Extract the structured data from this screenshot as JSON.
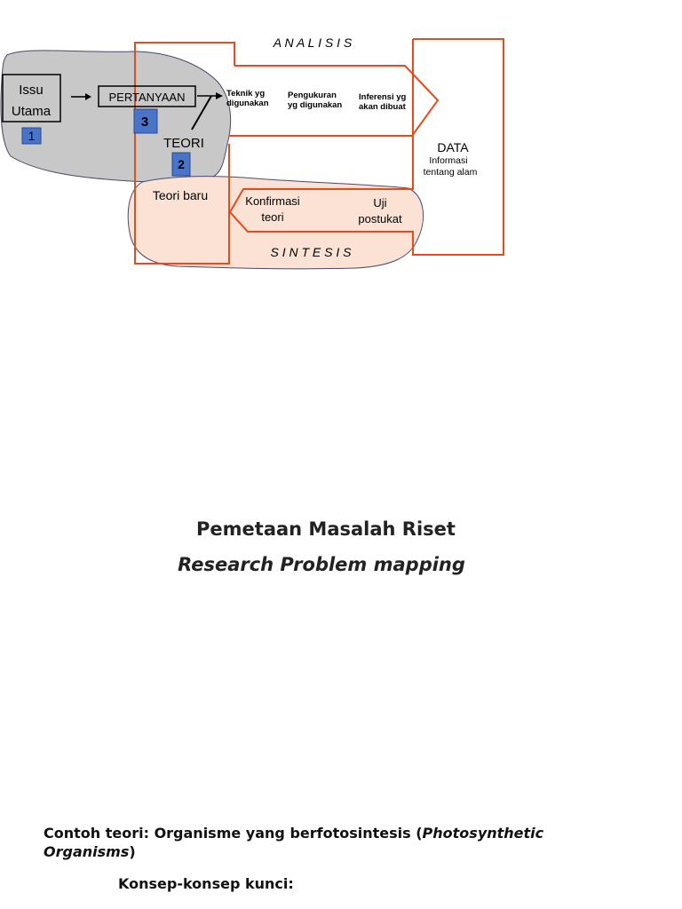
{
  "diagram": {
    "analisis_label": "A N A L I S I S",
    "sintesis_label": "S I N T E S I S",
    "issu_line1": "Issu",
    "issu_line2": "Utama",
    "issu_number": "1",
    "pertanyaan": "PERTANYAAN",
    "pertanyaan_number": "3",
    "teori": "TEORI",
    "teori_number": "2",
    "teknik_line1": "Teknik yg",
    "teknik_line2": "digunakan",
    "pengukuran_line1": "Pengukuran",
    "pengukuran_line2": "yg digunakan",
    "inferensi_line1": "Inferensi yg",
    "inferensi_line2": "akan dibuat",
    "data": "DATA",
    "informasi_line1": "Informasi",
    "informasi_line2": "tentang alam",
    "teori_baru": "Teori baru",
    "konfirmasi_line1": "Konfirmasi",
    "konfirmasi_line2": "teori",
    "uji_line1": "Uji",
    "uji_line2": "postukat",
    "colors": {
      "cloud_gray": "#c8c8c8",
      "cloud_peach": "#fbe2d4",
      "frame_red": "#e84a1c",
      "badge_blue": "#4a74c9"
    }
  },
  "title": "Pemetaan Masalah Riset",
  "subtitle": "Research Problem mapping",
  "example_prefix": "Contoh teori: Organisme yang berfotosintesis (",
  "example_italic": "Photosynthetic Organisms",
  "example_suffix": ")",
  "concepts_label": "Konsep-konsep kunci:"
}
